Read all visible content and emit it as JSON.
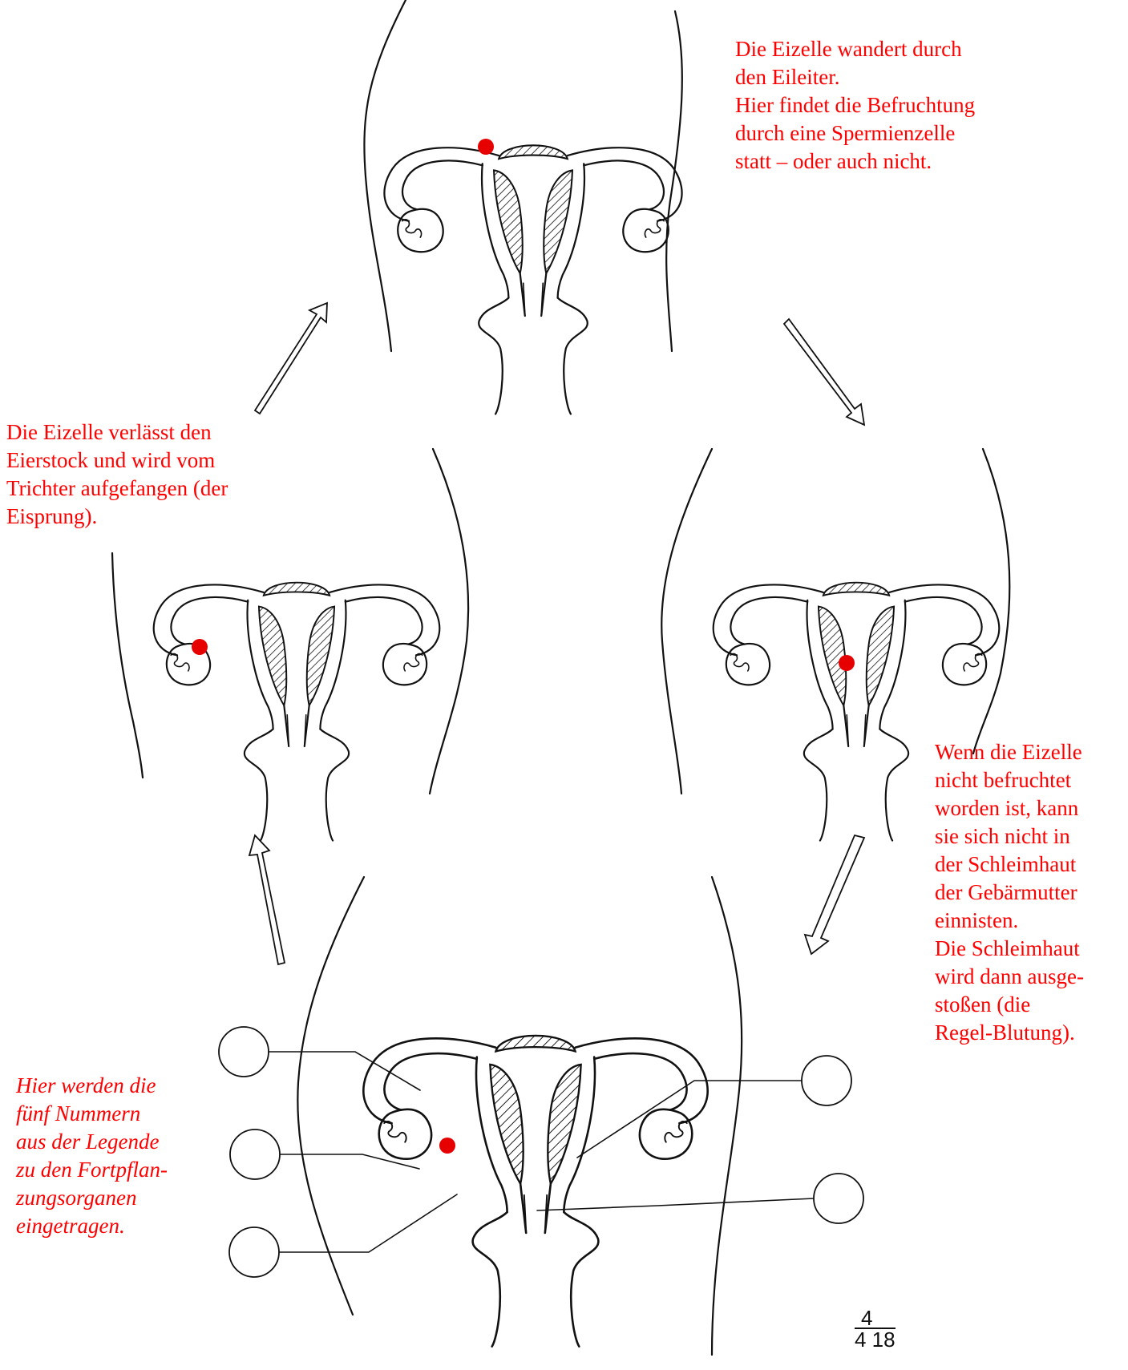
{
  "colors": {
    "caption_red": "#ff0000",
    "egg_dot": "#e60000",
    "ink": "#111111"
  },
  "captions": {
    "top": {
      "lines": [
        "Die Eizelle wandert durch",
        "den Eileiter.",
        "Hier findet die Befruchtung",
        "durch eine Spermienzelle",
        "statt – oder auch nicht."
      ]
    },
    "left": {
      "lines": [
        "Die Eizelle verlässt den",
        "Eierstock und wird vom",
        "Trichter aufgefangen (der",
        "Eisprung)."
      ]
    },
    "right": {
      "lines": [
        "Wenn die Eizelle",
        "nicht befruchtet",
        "worden ist, kann",
        "sie sich nicht in",
        "der Schleimhaut",
        "der Gebärmutter",
        "einnisten.",
        "Die Schleimhaut",
        "wird dann ausge-",
        "stoßen (die",
        "Regel-Blutung)."
      ]
    },
    "bottom": {
      "lines": [
        "Hier werden die",
        "fünf Nummern",
        "aus der Legende",
        "zu den Fortpflan-",
        "zungsorganen",
        "eingetragen."
      ]
    }
  },
  "signature": {
    "top": "4",
    "bottom": "4 18"
  },
  "label_circles": {
    "count": 5,
    "values": [
      "",
      "",
      "",
      "",
      ""
    ]
  }
}
